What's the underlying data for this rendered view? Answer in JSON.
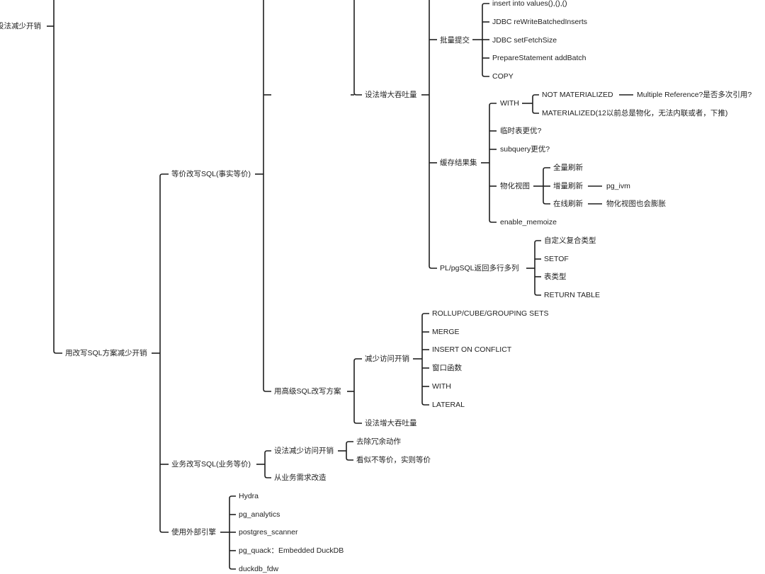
{
  "colors": {
    "line": "#1f1f1f",
    "text": "#222222",
    "background": "#ffffff"
  },
  "nodes": {
    "root": "设法减少开销",
    "rewrite_sql": "用改写SQL方案减少开销",
    "equiv_rewrite": "等价改写SQL(事实等价)",
    "biz_rewrite": "业务改写SQL(业务等价)",
    "external_engine": "使用外部引擎",
    "increase_throughput": "设法增大吞吐量",
    "advanced_sql": "用高级SQL改写方案",
    "batch_submit": "批量提交",
    "insert_values": "insert into values(),(),()",
    "jdbc_rewrite": "JDBC reWriteBatchedInserts",
    "jdbc_fetch": "JDBC setFetchSize",
    "prepare_batch": "PrepareStatement addBatch",
    "copy": "COPY",
    "cache_result": "缓存结果集",
    "with_a": "WITH",
    "not_materialized": "NOT MATERIALIZED",
    "multiple_ref": "Multiple Reference?是否多次引用?",
    "materialized": "MATERIALIZED(12以前总是物化，无法内联或者，下推)",
    "temp_table": "临时表更优?",
    "subquery": "subquery更优?",
    "mat_view": "物化视图",
    "full_refresh": "全量刷新",
    "incr_refresh": "增量刷新",
    "pg_ivm": "pg_ivm",
    "online_refresh": "在线刷新",
    "mv_bloat": "物化视图也会膨胀",
    "enable_memoize": "enable_memoize",
    "plpgsql_return": "PL/pgSQL返回多行多列",
    "custom_type": "自定义复合类型",
    "setof": "SETOF",
    "table_type": "表类型",
    "return_table": "RETURN TABLE",
    "reduce_access": "减少访问开销",
    "rollup": "ROLLUP/CUBE/GROUPING SETS",
    "merge": "MERGE",
    "insert_conflict": "INSERT ON CONFLICT",
    "window_fn": "窗口函数",
    "with_b": "WITH",
    "lateral": "LATERAL",
    "increase_throughput_b": "设法增大吞吐量",
    "reduce_access_b": "设法减少访问开销",
    "remove_redundant": "去除冗余动作",
    "seemingly_unequal": "看似不等价，实则等价",
    "from_biz": "从业务需求改造",
    "hydra": "Hydra",
    "pg_analytics": "pg_analytics",
    "postgres_scanner": "postgres_scanner",
    "pg_quack": "pg_quack：Embedded DuckDB",
    "duckdb_fdw": "duckdb_fdw"
  }
}
